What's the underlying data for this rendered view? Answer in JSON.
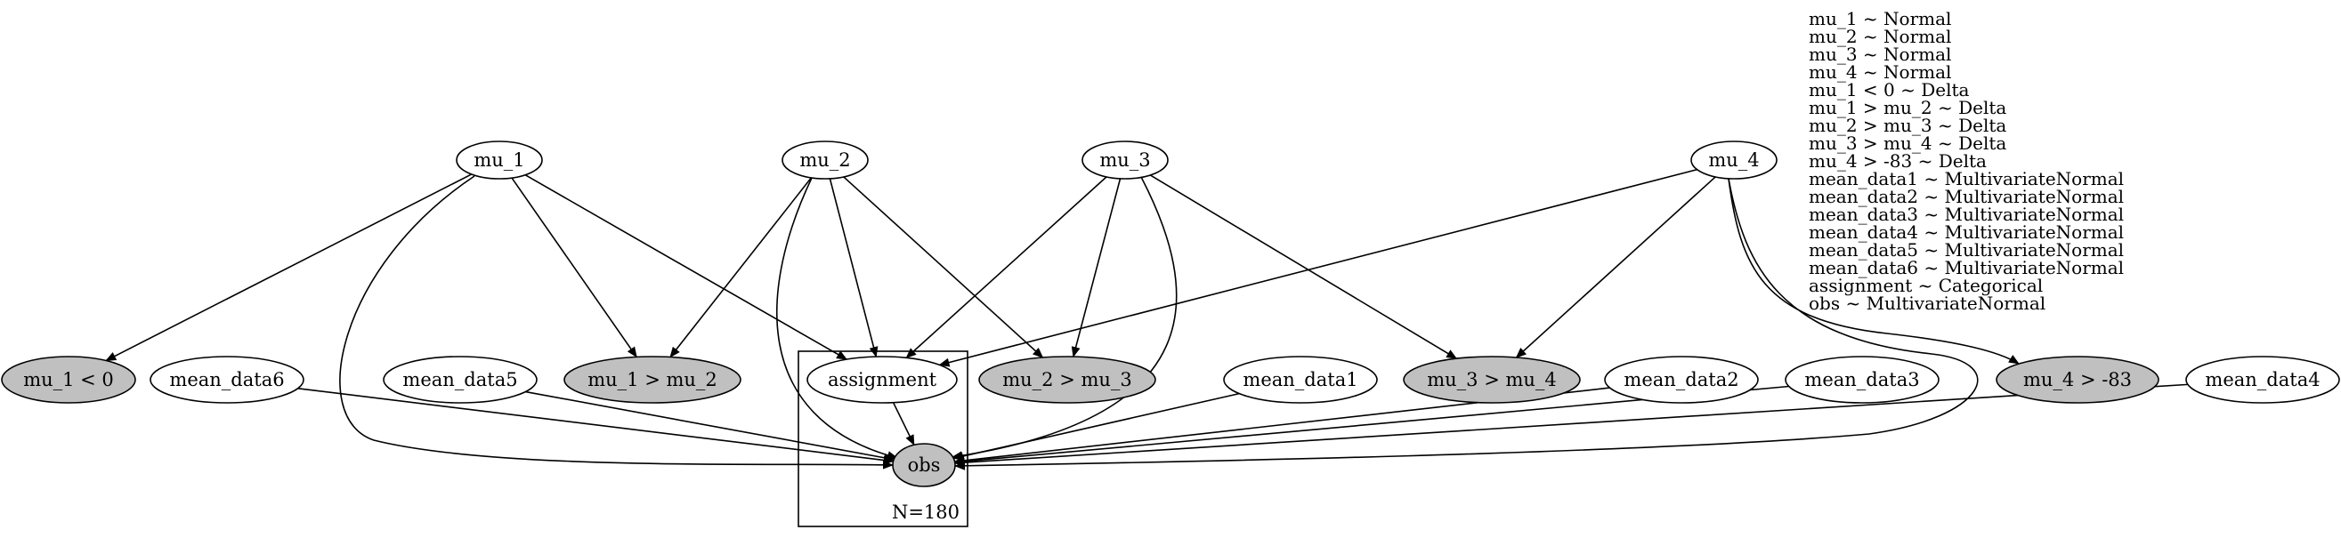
{
  "nodes": {
    "mu_1": {
      "label": "mu_1",
      "observed": false
    },
    "mu_2": {
      "label": "mu_2",
      "observed": false
    },
    "mu_3": {
      "label": "mu_3",
      "observed": false
    },
    "mu_4": {
      "label": "mu_4",
      "observed": false
    },
    "c1": {
      "label": "mu_1 < 0",
      "observed": true
    },
    "mean_data6": {
      "label": "mean_data6",
      "observed": false
    },
    "mean_data5": {
      "label": "mean_data5",
      "observed": false
    },
    "c2": {
      "label": "mu_1 > mu_2",
      "observed": true
    },
    "assignment": {
      "label": "assignment",
      "observed": false
    },
    "c3": {
      "label": "mu_2 > mu_3",
      "observed": true
    },
    "mean_data1": {
      "label": "mean_data1",
      "observed": false
    },
    "c4": {
      "label": "mu_3 > mu_4",
      "observed": true
    },
    "mean_data2": {
      "label": "mean_data2",
      "observed": false
    },
    "mean_data3": {
      "label": "mean_data3",
      "observed": false
    },
    "c5": {
      "label": "mu_4 > -83",
      "observed": true
    },
    "mean_data4": {
      "label": "mean_data4",
      "observed": false
    },
    "obs": {
      "label": "obs",
      "observed": true
    }
  },
  "edges": [
    [
      "mu_1",
      "c1"
    ],
    [
      "mu_1",
      "c2"
    ],
    [
      "mu_1",
      "assignment"
    ],
    [
      "mu_1",
      "obs"
    ],
    [
      "mu_2",
      "c2"
    ],
    [
      "mu_2",
      "assignment"
    ],
    [
      "mu_2",
      "c3"
    ],
    [
      "mu_2",
      "obs"
    ],
    [
      "mu_3",
      "assignment"
    ],
    [
      "mu_3",
      "c3"
    ],
    [
      "mu_3",
      "c4"
    ],
    [
      "mu_3",
      "obs"
    ],
    [
      "mu_4",
      "assignment"
    ],
    [
      "mu_4",
      "c4"
    ],
    [
      "mu_4",
      "c5"
    ],
    [
      "mu_4",
      "obs"
    ],
    [
      "assignment",
      "obs"
    ],
    [
      "mean_data6",
      "obs"
    ],
    [
      "mean_data5",
      "obs"
    ],
    [
      "mean_data1",
      "obs"
    ],
    [
      "mean_data2",
      "obs"
    ],
    [
      "mean_data3",
      "obs"
    ],
    [
      "mean_data4",
      "obs"
    ]
  ],
  "plate": {
    "label": "N=180"
  },
  "legend": [
    "mu_1 ~ Normal",
    "mu_2 ~ Normal",
    "mu_3 ~ Normal",
    "mu_4 ~ Normal",
    "mu_1 < 0 ~ Delta",
    "mu_1 > mu_2 ~ Delta",
    "mu_2 > mu_3 ~ Delta",
    "mu_3 > mu_4 ~ Delta",
    "mu_4 > -83 ~ Delta",
    "mean_data1 ~ MultivariateNormal",
    "mean_data2 ~ MultivariateNormal",
    "mean_data3 ~ MultivariateNormal",
    "mean_data4 ~ MultivariateNormal",
    "mean_data5 ~ MultivariateNormal",
    "mean_data6 ~ MultivariateNormal",
    "assignment ~ Categorical",
    "obs ~ MultivariateNormal"
  ],
  "colors": {
    "observed_fill": "#c0c0c0",
    "latent_fill": "#ffffff",
    "stroke": "#000000"
  }
}
